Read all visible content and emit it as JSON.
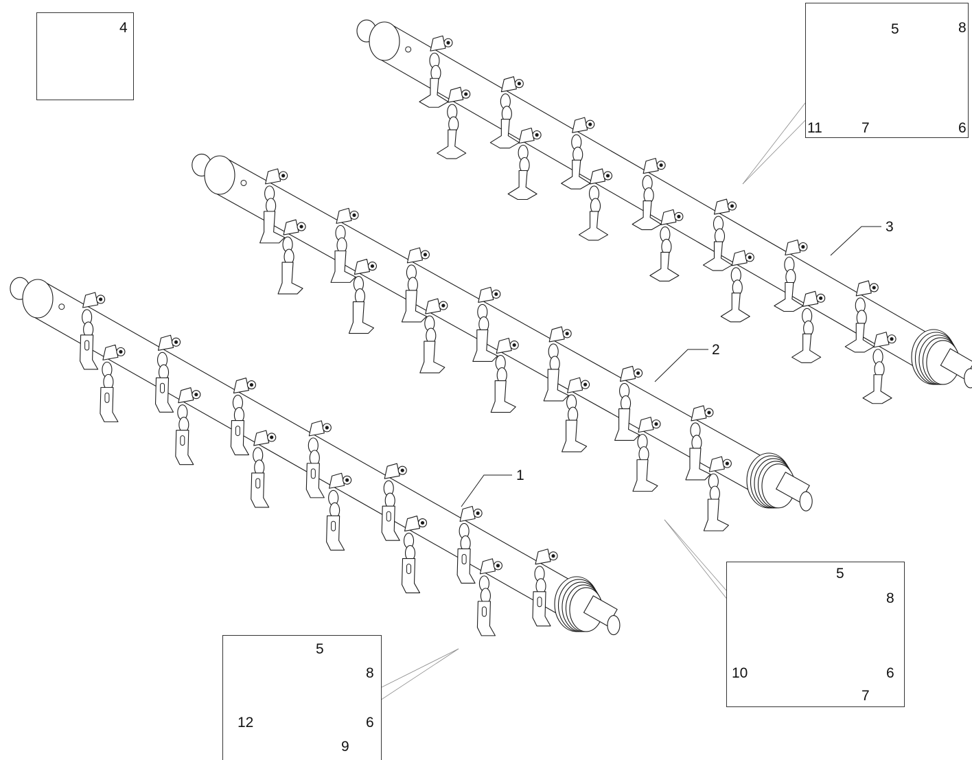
{
  "diagram": {
    "kind": "exploded parts drawing",
    "rotors": [
      {
        "callout": "1"
      },
      {
        "callout": "2"
      },
      {
        "callout": "3"
      }
    ],
    "detail_part": {
      "callout": "4"
    },
    "inset_hammer_flail": {
      "callouts": [
        "5",
        "8",
        "6",
        "12",
        "9"
      ]
    },
    "inset_blade_flail": {
      "callouts": [
        "5",
        "8",
        "6",
        "10",
        "7"
      ]
    },
    "inset_knife_flail": {
      "callouts": [
        "5",
        "8",
        "11",
        "7",
        "6"
      ]
    },
    "colors": {
      "line": "#1a1a1a",
      "accent": "#e0302a",
      "leader": "#888888"
    }
  }
}
